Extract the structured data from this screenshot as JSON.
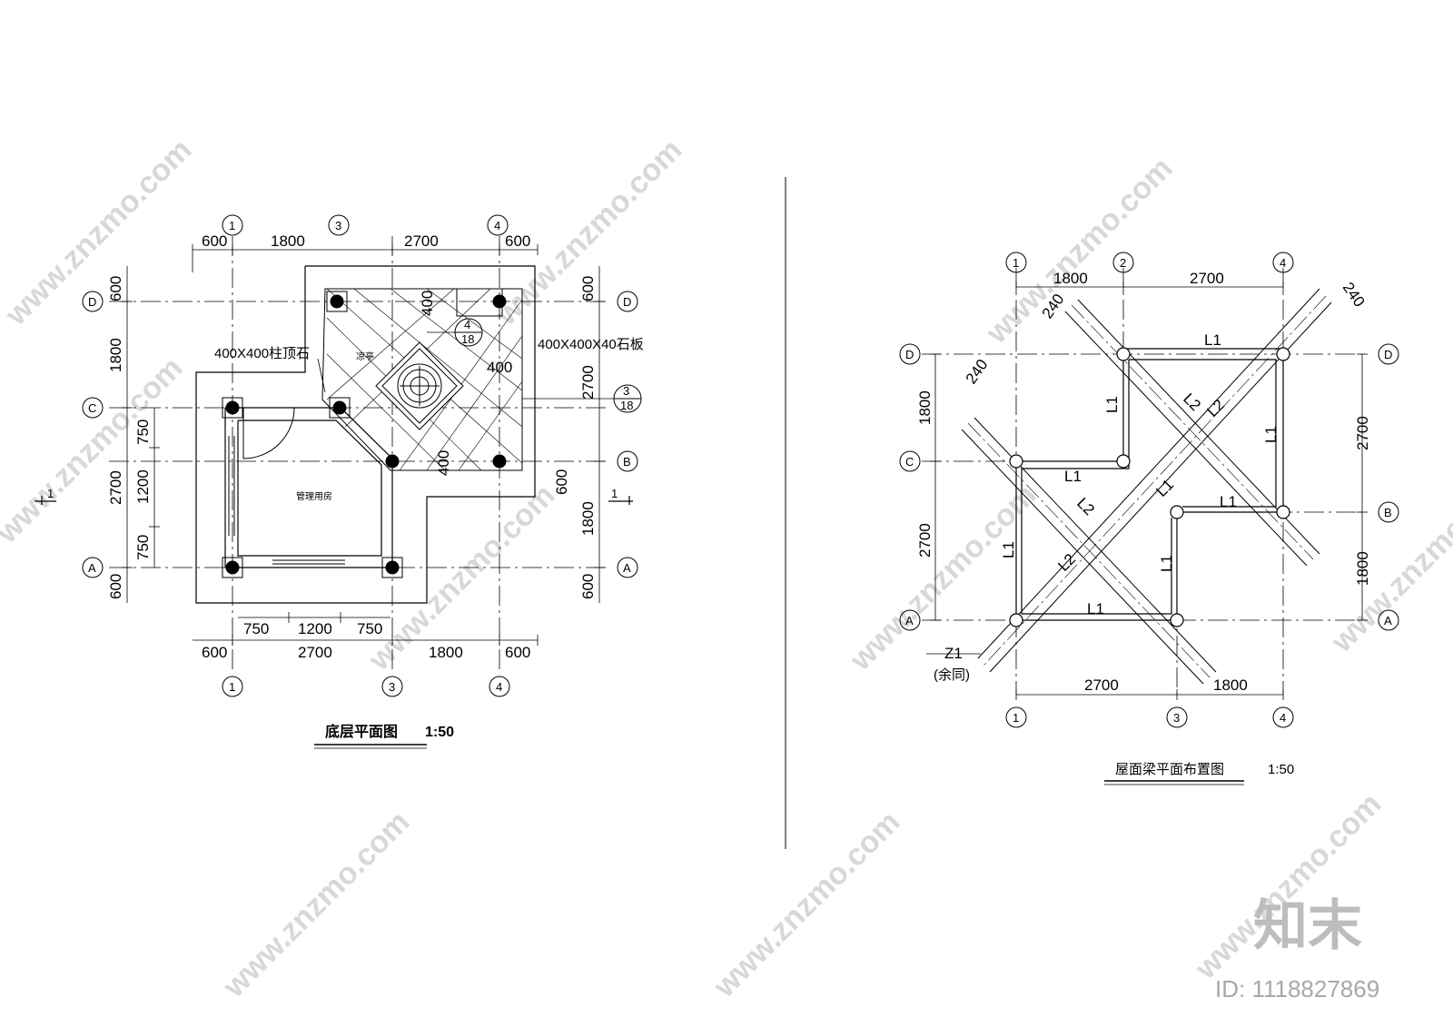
{
  "ground_plan": {
    "title": "底层平面图",
    "scale": "1:50",
    "room_label": "管理用房",
    "pavilion_label": "凉亭",
    "column_cap_note": "400X400柱顶石",
    "stone_slab_note": "400X400X40石板",
    "axes": {
      "a1": "1",
      "a3": "3",
      "a4": "4",
      "aA": "A",
      "aB": "B",
      "aC": "C",
      "aD": "D"
    },
    "dims": {
      "top_600_left": "600",
      "top_1800": "1800",
      "top_2700": "2700",
      "top_600_right": "600",
      "bottom_750_a": "750",
      "bottom_1200": "1200",
      "bottom_750_b": "750",
      "bottom_600_left": "600",
      "bottom_2700": "2700",
      "bottom_1800": "1800",
      "bottom_600_right": "600",
      "left_600_top": "600",
      "left_1800": "1800",
      "left_2700": "2700",
      "left_600_bottom": "600",
      "left_750_a": "750",
      "left_1200": "1200",
      "left_750_b": "750",
      "right_600_top": "600",
      "right_2700": "2700",
      "right_600_mid": "600",
      "right_1800": "1800",
      "right_600_bottom": "600",
      "inner_400_top": "400",
      "inner_400_mid": "400",
      "inner_400_bottom": "400"
    },
    "detail_refs": {
      "ref1_top": "4",
      "ref1_bottom": "18",
      "ref2_top": "3",
      "ref2_bottom": "18"
    },
    "section_mark": "1"
  },
  "roof_plan": {
    "title": "屋面梁平面布置图",
    "scale": "1:50",
    "axes": {
      "a1": "1",
      "a2": "2",
      "a3": "3",
      "a4": "4",
      "aA": "A",
      "aB": "B",
      "aC": "C",
      "aD": "D"
    },
    "dims": {
      "top_1800": "1800",
      "top_2700": "2700",
      "bottom_2700": "2700",
      "bottom_1800": "1800",
      "left_1800": "1800",
      "left_2700": "2700",
      "right_2700": "2700",
      "right_1800": "1800",
      "diag_240_a": "240",
      "diag_240_b": "240",
      "diag_240_c": "240"
    },
    "beam_labels": {
      "l1": "L1",
      "l2": "L2"
    },
    "column_label": "Z1",
    "column_note": "(余同)"
  },
  "watermark": {
    "site": "www.znzmo.com",
    "brand": "知末",
    "id": "ID: 1118827869"
  },
  "colors": {
    "line": "#000000",
    "watermark": "#b9b9b9",
    "background": "#ffffff"
  }
}
